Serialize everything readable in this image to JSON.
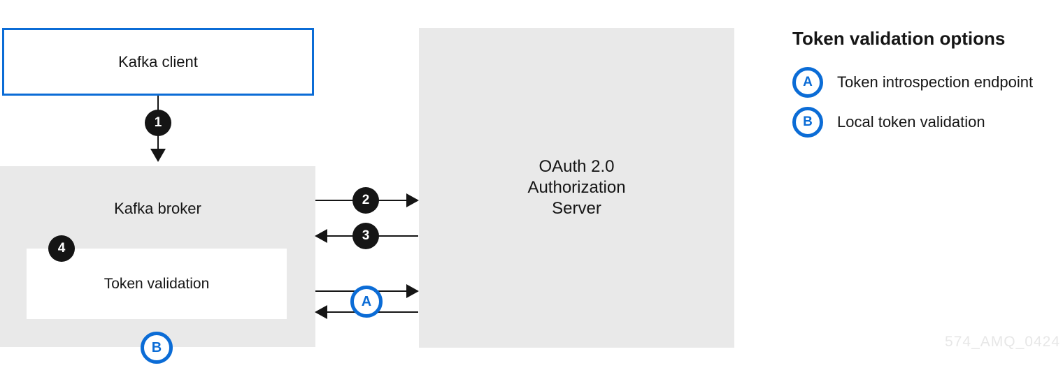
{
  "colors": {
    "accent_blue": "#0b6cd6",
    "badge_black": "#151515",
    "box_gray": "#e9e9e9",
    "text": "#151515",
    "watermark_gray": "#e7e7e7"
  },
  "nodes": {
    "kafka_client": {
      "label": "Kafka client"
    },
    "kafka_broker": {
      "label": "Kafka broker"
    },
    "token_validation": {
      "label": "Token validation"
    },
    "oauth_server": {
      "lines": [
        "OAuth 2.0",
        "Authorization",
        "Server"
      ]
    }
  },
  "badges": {
    "step1": "1",
    "step2": "2",
    "step3": "3",
    "step4": "4",
    "option_a": "A",
    "option_b": "B"
  },
  "legend": {
    "title": "Token validation options",
    "items": [
      {
        "badge": "A",
        "label": "Token introspection endpoint"
      },
      {
        "badge": "B",
        "label": "Local token validation"
      }
    ]
  },
  "watermark": "574_AMQ_0424"
}
